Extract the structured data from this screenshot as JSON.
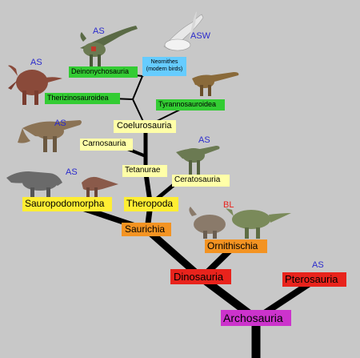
{
  "colors": {
    "background": "#c8c8c8",
    "branch": "#000000",
    "clade_magenta": "#cc33cc",
    "clade_red": "#e8231c",
    "clade_orange": "#f39322",
    "clade_yellow": "#ffee33",
    "clade_pale_yellow": "#ffffa8",
    "clade_green": "#33cc33",
    "clade_blue": "#66ccff",
    "credit_blue": "#2a2acc",
    "credit_red": "#e8231c"
  },
  "clades": {
    "archosauria": "Archosauria",
    "pterosauria": "Pterosauria",
    "dinosauria": "Dinosauria",
    "ornithischia": "Ornithischia",
    "saurichia": "Saurichia",
    "sauropodomorpha": "Sauropodomorpha",
    "theropoda": "Theropoda",
    "ceratosauria": "Ceratosauria",
    "tetanurae": "Tetanurae",
    "carnosauria": "Carnosauria",
    "coelurosauria": "Coelurosauria",
    "tyrannosauroidea": "Tyrannosauroidea",
    "therizinosauroidea": "Therizinosauroidea",
    "deinonychosauria": "Deinonychosauria",
    "neornithes_line1": "Neornithes",
    "neornithes_line2": "(modern birds)"
  },
  "credits": {
    "therizinosaur": "AS",
    "deinonychosaur": "AS",
    "bird": "ASW",
    "carnosaur": "AS",
    "ceratosaur": "AS",
    "sauropodomorph": "AS",
    "ornithischian": "BL",
    "pterosaur": "AS"
  },
  "illustrations": {
    "therizinosaur": "therizinosaur-illustration",
    "deinonychosaur": "deinonychosaur-illustration",
    "bird": "seagull-illustration",
    "tyrannosauroid": "tyrannosauroid-illustration",
    "carnosaur": "carnosaur-illustration",
    "ceratosaur": "ceratosaur-illustration",
    "sauropodomorph": "sauropodomorph-illustration",
    "ornithischian": "ceratopsian-and-ornithopod-illustration"
  }
}
